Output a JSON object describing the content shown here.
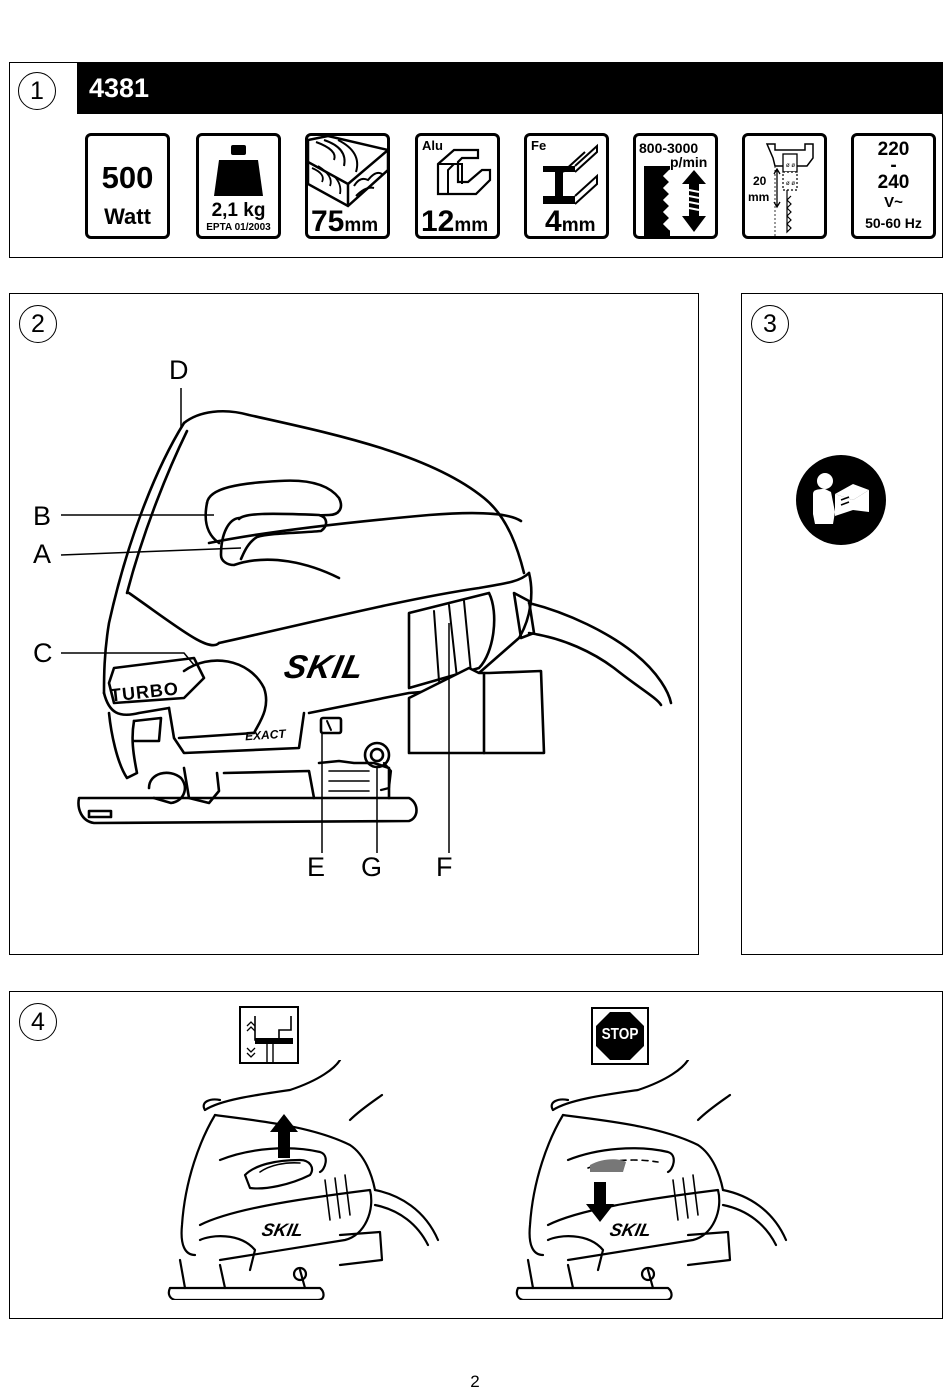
{
  "panel1": {
    "number": "1",
    "model": "4381",
    "specs": {
      "power_value": "500",
      "power_unit": "Watt",
      "weight_value": "2,1 kg",
      "weight_std": "EPTA 01/2003",
      "wood_value": "75",
      "wood_unit": "mm",
      "alu_label": "Alu",
      "alu_value": "12",
      "alu_unit": "mm",
      "fe_label": "Fe",
      "fe_value": "4",
      "fe_unit": "mm",
      "stroke_rate": "800-3000",
      "stroke_unit": "p/min",
      "stroke_len": "20",
      "stroke_len_unit": "mm",
      "volt_low": "220",
      "volt_dash": "-",
      "volt_high": "240",
      "volt_ac": "V~",
      "freq": "50-60 Hz"
    },
    "icons": [
      "weight-icon",
      "wood-plank-icon",
      "aluminium-profile-icon",
      "steel-beam-icon",
      "stroke-rate-icon",
      "stroke-length-icon"
    ]
  },
  "panel2": {
    "number": "2",
    "labels": {
      "a": "A",
      "b": "B",
      "c": "C",
      "d": "D",
      "e": "E",
      "f": "F",
      "g": "G"
    },
    "brand": "SKIL",
    "turbo": "TURBO",
    "exact": "EXACT",
    "icons": [
      "jigsaw-illustration"
    ]
  },
  "panel3": {
    "number": "3",
    "icons": [
      "read-manual-icon"
    ]
  },
  "panel4": {
    "number": "4",
    "brand": "SKIL",
    "stop": "STOP",
    "icons": [
      "lock-on-icon",
      "stop-sign-icon",
      "arrow-up-icon",
      "arrow-down-icon"
    ]
  },
  "page_number": "2"
}
